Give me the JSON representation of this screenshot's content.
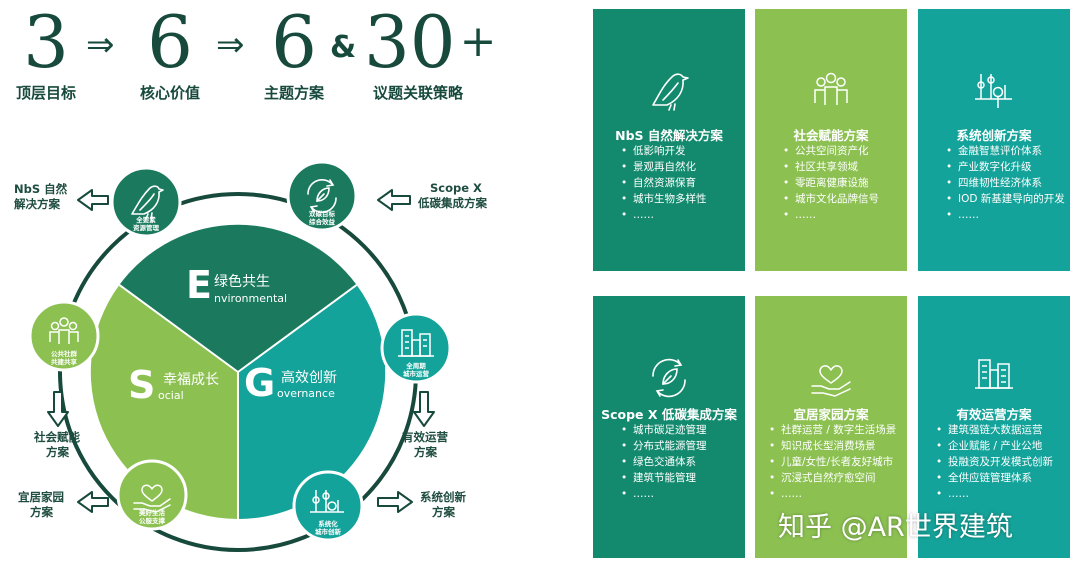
{
  "header": {
    "items": [
      {
        "number": "3",
        "caption": "顶层目标"
      },
      {
        "number": "6",
        "caption": "核心价值"
      },
      {
        "number": "6",
        "caption": "主题方案"
      },
      {
        "number": "30",
        "plus": "+",
        "caption": "议题关联策略"
      }
    ],
    "ampersand": "&"
  },
  "diagram": {
    "segments": [
      {
        "letter": "E",
        "cn": "绿色共生",
        "en": "nvironmental",
        "color": "#1b7a5e"
      },
      {
        "letter": "S",
        "cn": "幸福成长",
        "en": "ocial",
        "color": "#8cc152"
      },
      {
        "letter": "G",
        "cn": "高效创新",
        "en": "overnance",
        "color": "#14a39a"
      }
    ],
    "nodes": [
      {
        "id": "biodiversity",
        "icon": "bird-icon",
        "caption1": "全要素",
        "caption2": "资源管理",
        "color": "#1b7a5e"
      },
      {
        "id": "dual-carbon",
        "icon": "recycle-leaf-icon",
        "caption1": "双碳目标",
        "caption2": "综合效益",
        "color": "#1b7a5e"
      },
      {
        "id": "city-operation",
        "icon": "buildings-icon",
        "caption1": "全周期",
        "caption2": "城市运营",
        "color": "#14a39a"
      },
      {
        "id": "systematic",
        "icon": "network-icon",
        "caption1": "系统化",
        "caption2": "城市创新",
        "color": "#14a39a"
      },
      {
        "id": "wellbeing",
        "icon": "heart-hand-icon",
        "caption1": "美好生活",
        "caption2": "公服支撑",
        "color": "#8cc152"
      },
      {
        "id": "community",
        "icon": "people-icon",
        "caption1": "公共社群",
        "caption2": "共建共享",
        "color": "#8cc152"
      }
    ],
    "side_labels": {
      "nbs": [
        "NbS 自然",
        "解决方案"
      ],
      "scopex": [
        "Scope X",
        "低碳集成方案"
      ],
      "social": [
        "社会赋能",
        "方案"
      ],
      "operation": [
        "有效运营",
        "方案"
      ],
      "home": [
        "宜居家园",
        "方案"
      ],
      "innovation": [
        "系统创新",
        "方案"
      ]
    }
  },
  "cards": [
    {
      "title": "NbS 自然解决方案",
      "icon": "bird-icon",
      "color": "#138a6e",
      "items": [
        "低影响开发",
        "景观再自然化",
        "自然资源保育",
        "城市生物多样性",
        "……"
      ]
    },
    {
      "title": "社会赋能方案",
      "icon": "people-icon",
      "color": "#8cc152",
      "items": [
        "公共空间资产化",
        "社区共享领域",
        "零距离健康设施",
        "城市文化品牌信号",
        "……"
      ]
    },
    {
      "title": "系统创新方案",
      "icon": "network-icon",
      "color": "#14a39a",
      "items": [
        "金融智慧评价体系",
        "产业数字化升级",
        "四维韧性经济体系",
        "IOD 新基建导向的开发",
        "……"
      ]
    },
    {
      "title": "Scope X 低碳集成方案",
      "icon": "recycle-leaf-icon",
      "color": "#138a6e",
      "items": [
        "城市碳足迹管理",
        "分布式能源管理",
        "绿色交通体系",
        "建筑节能管理",
        "……"
      ]
    },
    {
      "title": "宜居家园方案",
      "icon": "heart-hand-icon",
      "color": "#8cc152",
      "items": [
        "社群运营 / 数字生活场景",
        "知识成长型消费场景",
        "儿童/女性/长者友好城市",
        "沉浸式自然疗愈空间",
        "……"
      ]
    },
    {
      "title": "有效运营方案",
      "icon": "buildings-icon",
      "color": "#14a39a",
      "items": [
        "建筑强链大数据运营",
        "企业赋能 / 产业公地",
        "投融资及开发模式创新",
        "全供应链管理体系",
        "……"
      ]
    }
  ],
  "watermark": "知乎 @AR世界建筑"
}
